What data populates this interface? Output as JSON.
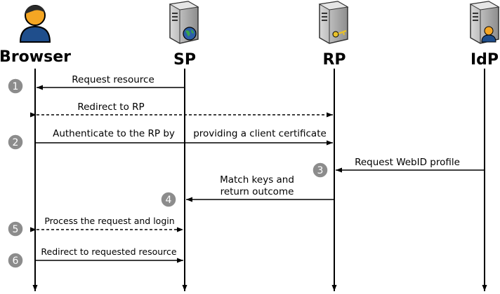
{
  "actors": {
    "browser": "Browser",
    "sp": "SP",
    "rp": "RP",
    "idp": "IdP"
  },
  "icons": {
    "browser": "user-icon",
    "sp": "server-globe-icon",
    "rp": "server-key-icon",
    "idp": "server-user-icon"
  },
  "messages": {
    "request_resource": "Request resource",
    "redirect_to_rp": "Redirect to RP",
    "authenticate_a": "Authenticate to the RP by",
    "authenticate_b": "providing a client certificate",
    "request_webid": "Request WebID profile",
    "match_keys_1": "Match keys and",
    "match_keys_2": "return outcome",
    "process_request": "Process the request and login",
    "redirect_requested": "Redirect to requested resource"
  },
  "steps": [
    "1",
    "2",
    "3",
    "4",
    "5",
    "6"
  ],
  "colors": {
    "line": "#000000",
    "step_badge": "#8c8c8c",
    "server_body": "#b9b9b9",
    "user_head": "#f5a623",
    "user_body": "#1f4e8c"
  }
}
